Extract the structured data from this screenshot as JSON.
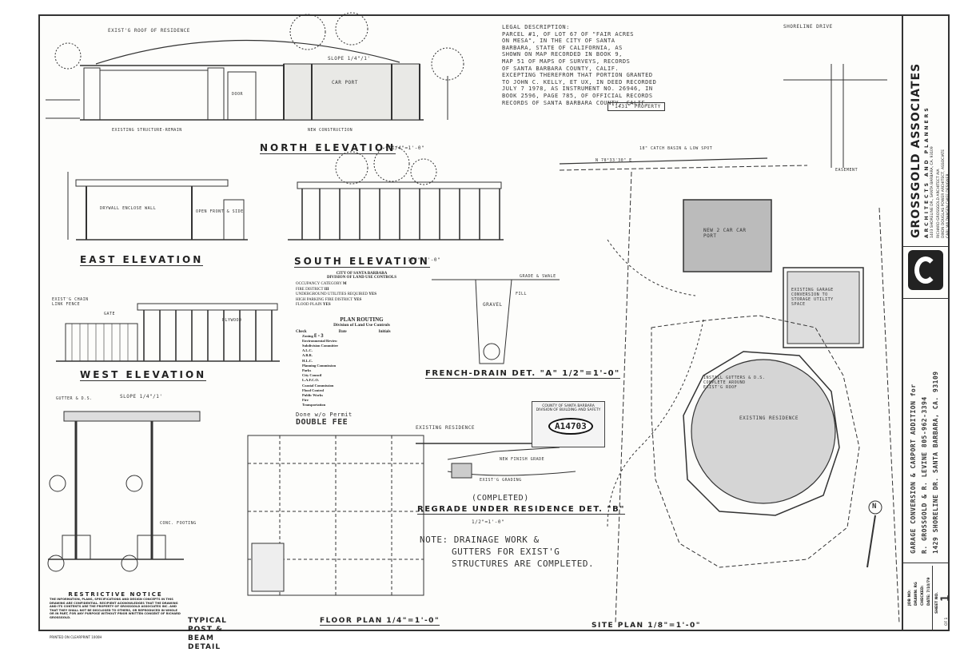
{
  "drawing": {
    "north_elevation": {
      "title": "NORTH ELEVATION",
      "scale": "1/4\"=1'-0\"",
      "existing_roof": "EXIST'G ROOF OF RESIDENCE",
      "slope": "SLOPE 1/4\"/1'",
      "carport": "CAR PORT",
      "door": "DOOR",
      "existing_label": "EXISTING STRUCTURE-REMAIN",
      "new_label": "NEW CONSTRUCTION"
    },
    "east_elevation": {
      "title": "EAST ELEVATION",
      "note1": "OPEN FRONT & SIDE",
      "note2": "DRYWALL ENCLOSE WALL"
    },
    "south_elevation": {
      "title": "SOUTH ELEVATION",
      "scale": "1/4\"=1'-0\""
    },
    "west_elevation": {
      "title": "WEST ELEVATION",
      "gate": "GATE",
      "fence": "EXIST'G CHAIN LINK FENCE",
      "plywood": "PLYWOOD"
    },
    "legal": {
      "title": "LEGAL DESCRIPTION:",
      "lines": [
        "PARCEL #1, OF LOT 67 OF \"FAIR ACRES",
        "ON MESA\", IN THE CITY OF SANTA",
        "BARBARA, STATE OF CALIFORNIA, AS",
        "SHOWN ON MAP RECORDED IN BOOK 9,",
        "MAP 51 OF MAPS OF SURVEYS, RECORDS",
        "OF SANTA BARBARA COUNTY, CALIF.",
        "EXCEPTING THEREFROM THAT PORTION GRANTED",
        "TO JOHN C. KELLY, ET UX, IN DEED RECORDED",
        "JULY 7 1978, AS INSTRUMENT NO. 26946, IN",
        "BOOK 2596, PAGE 785, OF OFFICIAL RECORDS",
        "RECORDS OF SANTA BARBARA COUNTY, CALIF."
      ]
    },
    "plan_routing": {
      "header1": "CITY OF SANTA BARBARA",
      "header2": "DIVISION OF LAND USE CONTROLS",
      "rows": [
        {
          "label": "OCCUPANCY CATEGORY",
          "value": "M"
        },
        {
          "label": "FIRE DISTRICT",
          "value": "III"
        },
        {
          "label": "UNDERGROUND UTILITIES REQUIRED",
          "value": "YES"
        },
        {
          "label": "HIGH PARKING FIRE DISTRICT",
          "value": "YES"
        },
        {
          "label": "FLOOD PLAIN",
          "value": "YES"
        }
      ],
      "title": "PLAN ROUTING",
      "subtitle": "Division of Land Use Controls",
      "columns": [
        "Check",
        "Date",
        "Initials"
      ],
      "items": [
        "Zoning",
        "Environmental Review",
        "Subdivision Committee",
        "A.L.C.",
        "A.B.R.",
        "H.L.C.",
        "Planning Commission",
        "Parks",
        "City Council",
        "L.A.F.C.O.",
        "Coastal Commission",
        "Flood Control",
        "Public Works",
        "Fire",
        "Transportation"
      ],
      "zoning_value": "E-3",
      "handnote1": "Done w/o Permit",
      "handnote2": "DOUBLE FEE"
    },
    "french_drain": {
      "title": "FRENCH-DRAIN DET. \"A\" 1/2\"=1'-0\"",
      "gravel": "GRAVEL",
      "fill": "FILL",
      "grade": "GRADE & SWALE"
    },
    "regrade": {
      "title": "REGRADE UNDER RESIDENCE DET. \"B\"",
      "scale": "1/2\"=1'-0\"",
      "completed": "(COMPLETED)",
      "existing_res": "EXISTING RESIDENCE",
      "finish": "NEW FINISH GRADE",
      "grading": "EXIST'G GRADING"
    },
    "stamp": {
      "line1": "COUNTY OF SANTA BARBARA",
      "line2": "DIVISION OF BUILDING AND SAFETY",
      "number": "A14703"
    },
    "note": {
      "lines": [
        "NOTE: DRAINAGE WORK &",
        "GUTTERS FOR EXIST'G",
        "STRUCTURES ARE COMPLETED."
      ]
    },
    "post_detail": {
      "title": "TYPICAL POST & BEAM DETAIL",
      "slope": "SLOPE 1/4\"/1'",
      "gutter": "GUTTER & D.S.",
      "footing": "CONC. FOOTING"
    },
    "floor_plan": {
      "title": "FLOOR PLAN 1/4\"=1'-0\""
    },
    "site_plan": {
      "title": "SITE PLAN 1/8\"=1'-0\"",
      "road": "SHORELINE DRIVE",
      "property": "\"1431\" PROPERTY",
      "easement": "EASEMENT",
      "new_carport": "NEW 2 CAR CAR PORT",
      "garage": "EXISTING GARAGE CONVERSION TO STORAGE UTILITY SPACE",
      "residence": "EXISTING RESIDENCE",
      "install_gutters": "INSTALL GUTTERS & D.S. COMPLETE AROUND EXIST'G ROOF",
      "catch_basin": "18\" CATCH BASIN & LOW SPOT",
      "bearing": "N 78°33'30\" E"
    },
    "restrictive": {
      "title": "RESTRICTIVE NOTICE",
      "body": "THE INFORMATION, PLANS, SPECIFICATIONS AND DESIGN CONCEPTS IN THIS DRAWING ARE CONFIDENTIAL. RECIPIENT ACKNOWLEDGES THAT THE DRAWING AND ITS CONTENTS ARE THE PROPERTY OF GROSSGOLD ASSOCIATES INC. AND THAT THEY SHALL NOT BE DISCLOSED TO OTHERS, OR REPRODUCED IN WHOLE OR IN PART, FOR ANY PURPOSE WITHOUT PRIOR WRITTEN CONSENT OF RICHARD GROSSGOLD.",
      "printed": "PRINTED ON CLEARPRINT 1000H"
    }
  },
  "title_block": {
    "firm": "GROSSGOLD ASSOCIATES",
    "firm_sub": "ARCHITECTS AND PLANNERS",
    "address": "1403 SHORELINE DR., SANTA BARBARA, CA. 93109",
    "principal": "RICHARD GROSSGOLD ARCHITECT AIA",
    "associate": "DIXON DOUGLAS POWER ARCHITECT, ASSOCIATE",
    "designer": "CARL WILDHAGEN CHIEF DESIGNER",
    "project_line1": "GARAGE CONVERSION & CARPORT ADDITION for",
    "project_line2": "R. GROSSGOLD & R. LEVINE   805-962-3394",
    "project_line3": "1429 SHORELINE DR. SANTA BARBARA, CA. 93109",
    "job_no": "JOB NO:",
    "drawn": "DRAWN: RG",
    "checked": "CHECKED:",
    "date": "DATE: 7/10/79",
    "sheet_label": "SHEET NO.",
    "sheet_no": "1",
    "of": "OF 1"
  }
}
